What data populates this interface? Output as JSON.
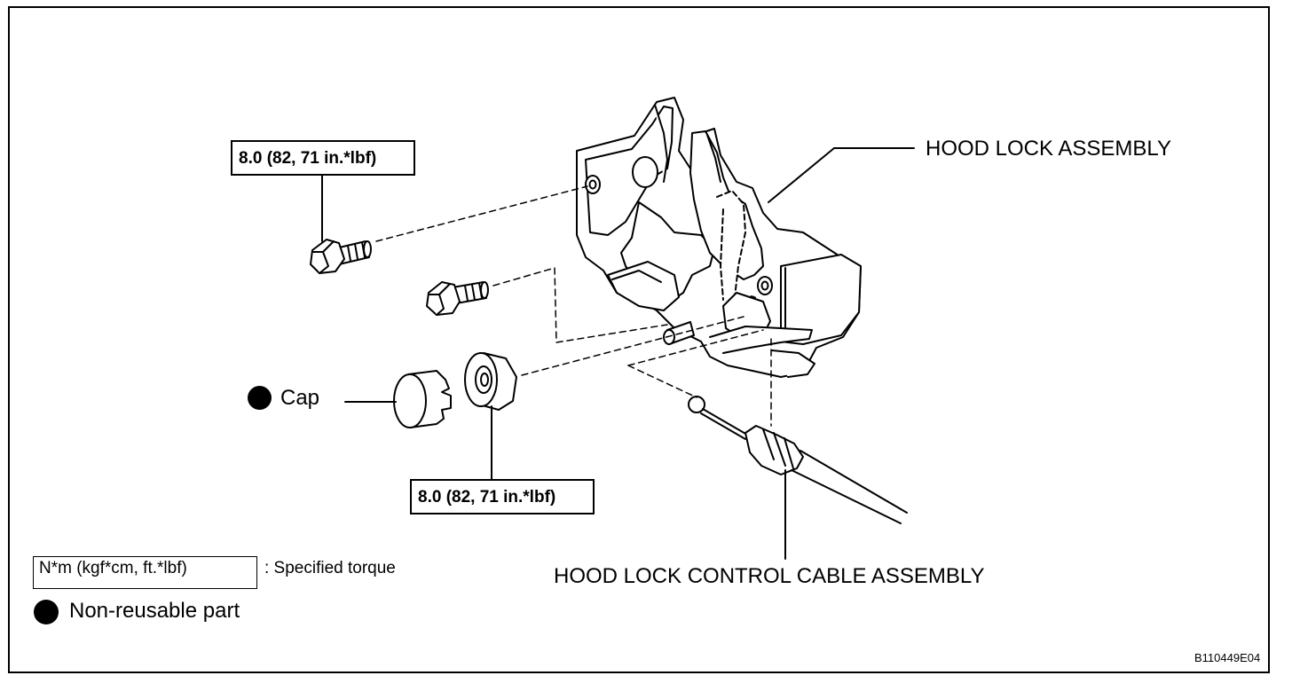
{
  "callouts": {
    "hood_lock_assembly": "HOOD LOCK ASSEMBLY",
    "hood_lock_control_cable_assembly": "HOOD LOCK CONTROL CABLE ASSEMBLY",
    "cap": "Cap"
  },
  "torque": {
    "upper_bolt": "8.0 (82, 71 in.*lbf)",
    "lower_bolt": "8.0 (82, 71 in.*lbf)"
  },
  "legend": {
    "torque_unit": "N*m (kgf*cm, ft.*lbf)",
    "torque_desc": ": Specified torque",
    "non_reusable": "Non-reusable part"
  },
  "figure_id": "B110449E04",
  "icons": [
    "non-reusable-dot-icon"
  ]
}
